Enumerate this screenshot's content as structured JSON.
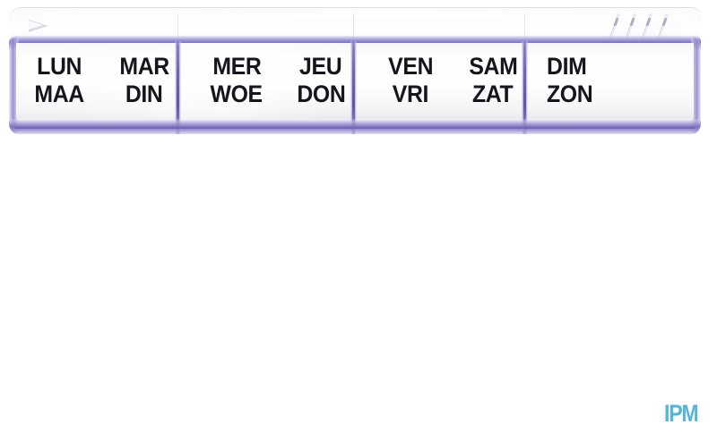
{
  "scene": {
    "subject": "weekly pill organizer box",
    "background_color": "#ffffff"
  },
  "product": {
    "type": "7-day pill organizer",
    "material": "transparent plastic",
    "accent_color": "#6e62b2",
    "label_background": "#ffffff",
    "label_text_color": "#15161b",
    "lid": {
      "arrow_icon_name": "open-direction-arrow-icon",
      "grip_ridge_count": 4
    },
    "compartments": [
      {
        "id": "monday",
        "fr": "LUN",
        "nl": "MAA"
      },
      {
        "id": "tuesday",
        "fr": "MAR",
        "nl": "DIN"
      },
      {
        "id": "wednesday",
        "fr": "MER",
        "nl": "WOE"
      },
      {
        "id": "thursday",
        "fr": "JEU",
        "nl": "DON"
      },
      {
        "id": "friday",
        "fr": "VEN",
        "nl": "VRI"
      },
      {
        "id": "saturday",
        "fr": "SAM",
        "nl": "ZAT"
      },
      {
        "id": "sunday",
        "fr": "DIM",
        "nl": "ZON"
      }
    ]
  },
  "watermark": {
    "text": "IPM",
    "color": "#56b4d8"
  }
}
